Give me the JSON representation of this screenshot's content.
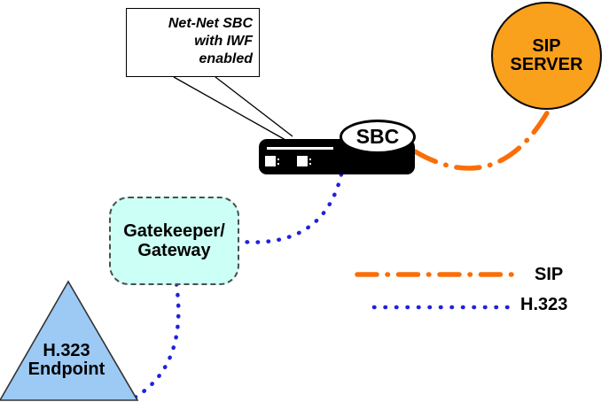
{
  "figure": {
    "type": "network-topology-diagram",
    "background": "#FFFFFF"
  },
  "callout": {
    "lines": [
      "Net-Net SBC",
      "with IWF",
      "enabled"
    ],
    "points_to": "sbc-device"
  },
  "nodes": {
    "sip_server": {
      "shape": "circle",
      "lines": [
        "SIP",
        "SERVER"
      ],
      "fill": "#F9A01C",
      "border": "#0A0A0A"
    },
    "sbc": {
      "shape": "appliance-with-ellipse-badge",
      "label": "SBC",
      "device_color": "#000000",
      "badge_fill": "#FFFFFF"
    },
    "gatekeeper": {
      "shape": "rounded-rectangle-dashed",
      "lines": [
        "Gatekeeper/",
        "Gateway"
      ],
      "fill": "#CCFFF5",
      "border": "#4D4D4D"
    },
    "h323_endpoint": {
      "shape": "triangle",
      "lines": [
        "H.323",
        "Endpoint"
      ],
      "fill": "#9CCAF5",
      "border": "#333333"
    }
  },
  "connections": [
    {
      "from": "sbc",
      "to": "sip_server",
      "protocol": "SIP",
      "style": "dash-dot",
      "color": "#FA6E09"
    },
    {
      "from": "sbc",
      "to": "gatekeeper",
      "protocol": "H.323",
      "style": "dotted",
      "color": "#2121DE"
    },
    {
      "from": "gatekeeper",
      "to": "h323_endpoint",
      "protocol": "H.323",
      "style": "dotted",
      "color": "#2121DE"
    }
  ],
  "legend": {
    "items": [
      {
        "label": "SIP",
        "style": "dash-dot",
        "color": "#FA6E09"
      },
      {
        "label": "H.323",
        "style": "dotted",
        "color": "#2121DE"
      }
    ]
  }
}
